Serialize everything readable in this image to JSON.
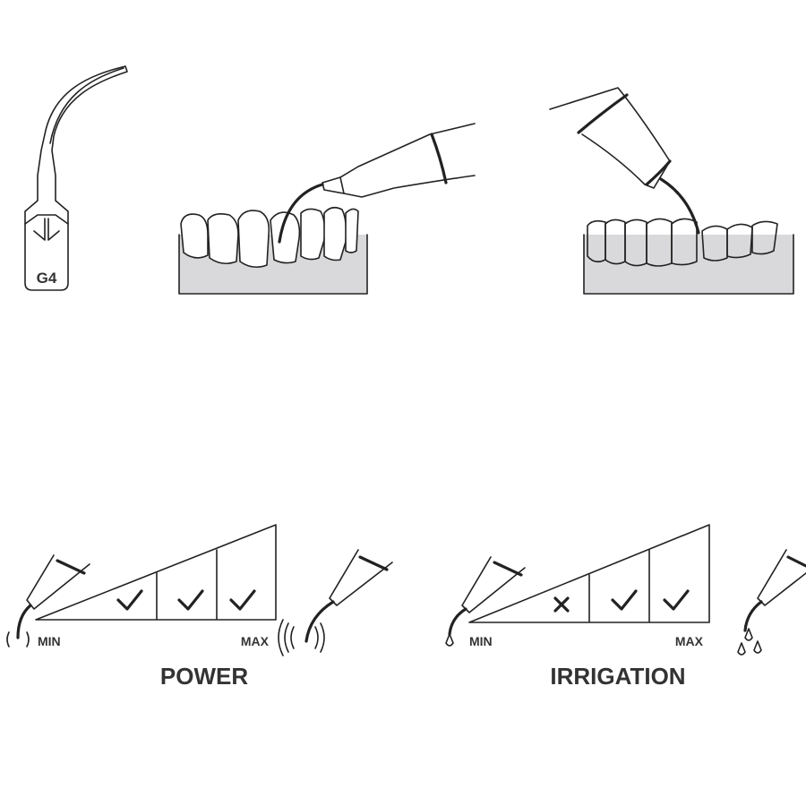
{
  "tip": {
    "label": "G4"
  },
  "power": {
    "title": "POWER",
    "min_label": "MIN",
    "max_label": "MAX",
    "levels": [
      "check-icon",
      "check-icon",
      "check-icon"
    ]
  },
  "irrigation": {
    "title": "IRRIGATION",
    "min_label": "MIN",
    "max_label": "MAX",
    "levels": [
      "cross-icon",
      "check-icon",
      "check-icon"
    ]
  },
  "colors": {
    "gum": "#d9d9db",
    "line": "#222222",
    "text": "#333333"
  }
}
